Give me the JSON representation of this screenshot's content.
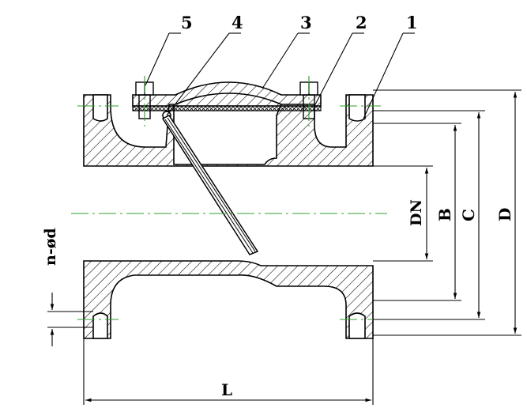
{
  "part_numbers": {
    "p5": "5",
    "p4": "4",
    "p3": "3",
    "p2": "2",
    "p1": "1"
  },
  "dimensions": {
    "dn": "DN",
    "b": "B",
    "c": "C",
    "d": "D",
    "l": "L",
    "nd": "n-ød"
  },
  "colors": {
    "line": "#000000",
    "centerline": "#2ca02c",
    "hatch": "#000000"
  }
}
